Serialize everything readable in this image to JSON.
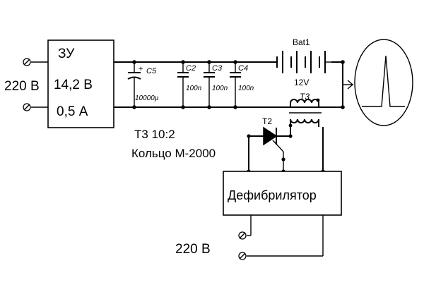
{
  "charger": {
    "name": "ЗУ",
    "voltage": "14,2 В",
    "current": "0,5 А"
  },
  "mains_left": "220 В",
  "mains_bottom": "220 В",
  "capacitors": [
    {
      "name": "C5",
      "value": "10000µ",
      "sign": "+"
    },
    {
      "name": "C2",
      "value": "100n"
    },
    {
      "name": "C3",
      "value": "100n"
    },
    {
      "name": "C4",
      "value": "100n"
    }
  ],
  "battery": {
    "name": "Bat1",
    "voltage": "12V"
  },
  "transformer": {
    "name": "T3",
    "spec": "Т3 10:2",
    "core": "Кольцо М-2000"
  },
  "thyristor": {
    "name": "T2"
  },
  "defibrillator": {
    "label": "Дефибрилятор"
  }
}
